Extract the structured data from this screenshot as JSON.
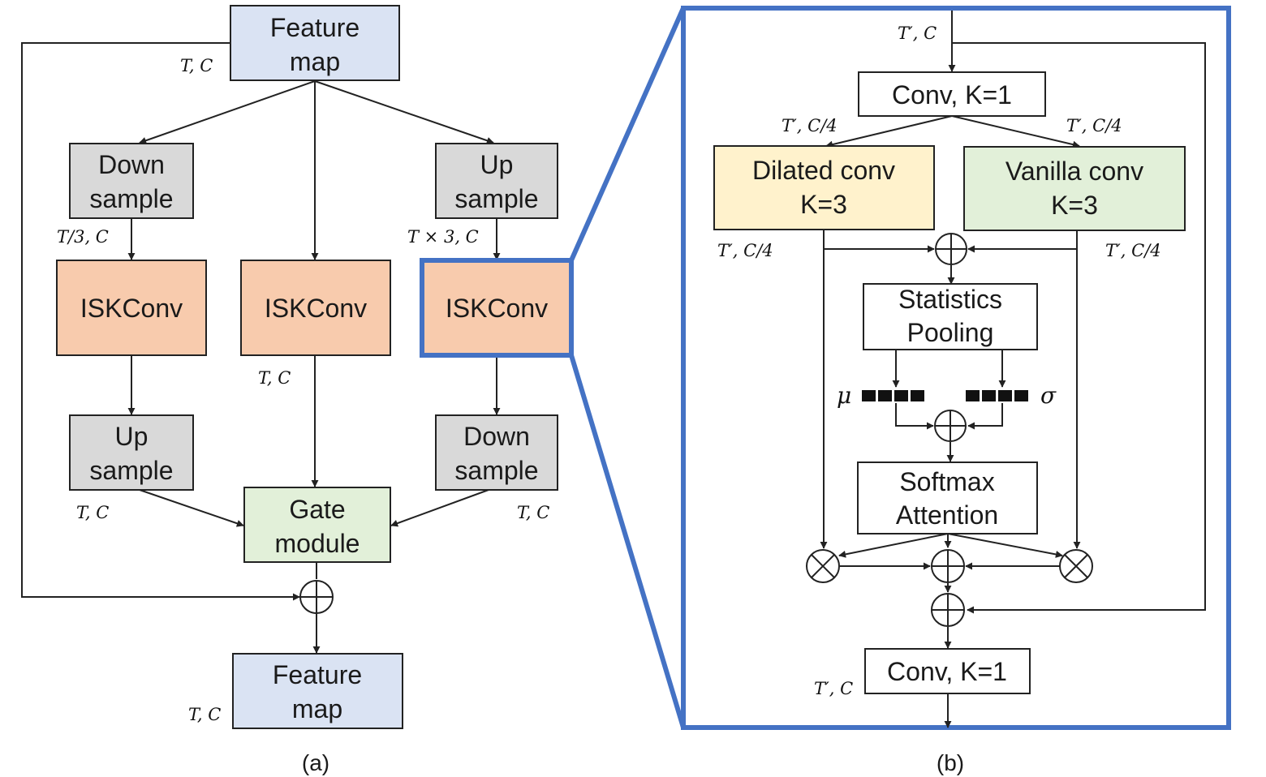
{
  "colors": {
    "feature_map": "#dae3f3",
    "sample": "#d9d9d9",
    "iskconv": "#f8cbad",
    "gate": "#e2f0d9",
    "dilated": "#fff2cc",
    "vanilla": "#e2f0d9",
    "highlight": "#4472c4",
    "line": "#222222"
  },
  "panel_a": {
    "caption": "(a)",
    "feature_map_top": [
      "Feature",
      "map"
    ],
    "feature_map_bottom": [
      "Feature",
      "map"
    ],
    "down_sample_left": [
      "Down",
      "sample"
    ],
    "up_sample_right": [
      "Up",
      "sample"
    ],
    "iskconv_left": "ISKConv",
    "iskconv_mid": "ISKConv",
    "iskconv_right": "ISKConv",
    "up_sample_left": [
      "Up",
      "sample"
    ],
    "down_sample_right": [
      "Down",
      "sample"
    ],
    "gate_module": [
      "Gate",
      "module"
    ],
    "dims": {
      "input": "T, C",
      "after_down": "T/3, C",
      "after_up": "T × 3, C",
      "mid_branch": "T, C",
      "left_to_gate": "T, C",
      "right_to_gate": "T, C",
      "output": "T, C"
    }
  },
  "panel_b": {
    "caption": "(b)",
    "conv_top": "Conv, K=1",
    "dilated": [
      "Dilated conv",
      "K=3"
    ],
    "vanilla": [
      "Vanilla conv",
      "K=3"
    ],
    "stats_pool": [
      "Statistics",
      "Pooling"
    ],
    "softmax": [
      "Softmax",
      "Attention"
    ],
    "conv_bottom": "Conv, K=1",
    "mu": "μ",
    "sigma": "σ",
    "dims": {
      "input": "T′, C",
      "split_left": "T′, C/4",
      "split_right": "T′, C/4",
      "dilated_out": "T′, C/4",
      "vanilla_out": "T′, C/4",
      "output": "T′, C"
    }
  }
}
